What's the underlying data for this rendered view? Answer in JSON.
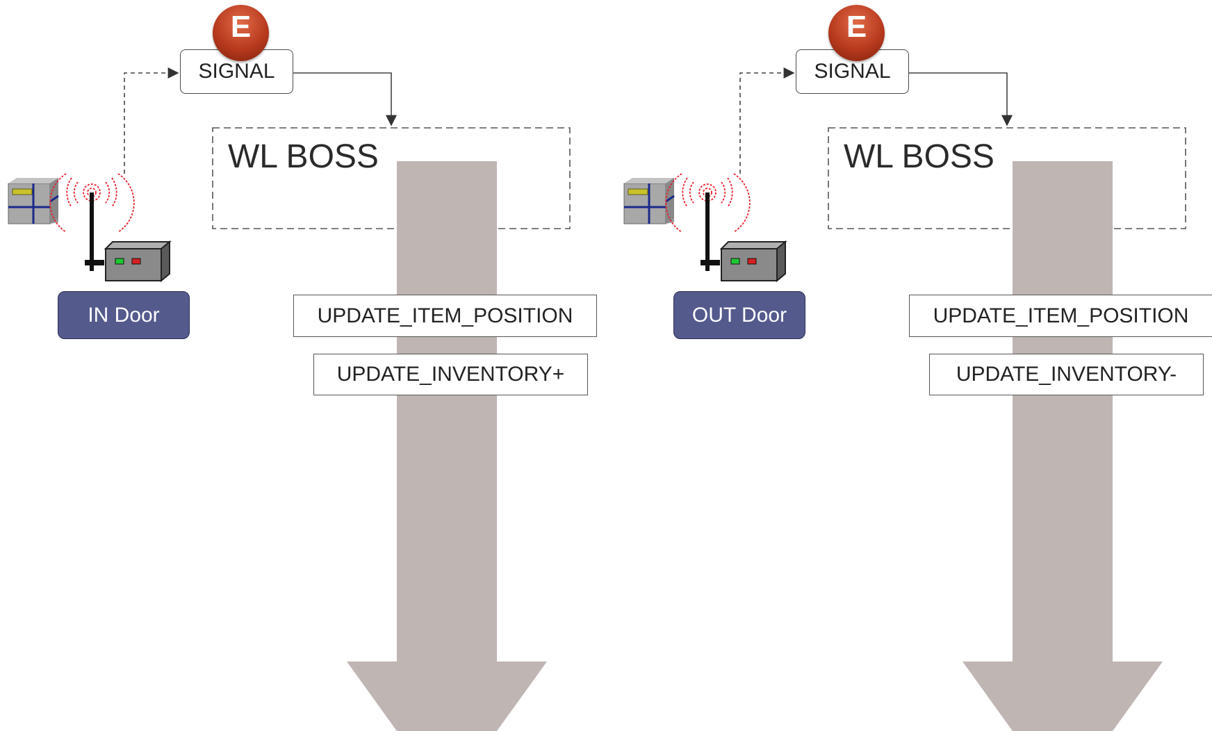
{
  "panels": [
    {
      "event_badge": "E",
      "signal_label": "SIGNAL",
      "system_label": "WL BOSS",
      "door_label": "IN Door",
      "messages": [
        "UPDATE_ITEM_POSITION",
        "UPDATE_INVENTORY+"
      ]
    },
    {
      "event_badge": "E",
      "signal_label": "SIGNAL",
      "system_label": "WL BOSS",
      "door_label": "OUT Door",
      "messages": [
        "UPDATE_ITEM_POSITION",
        "UPDATE_INVENTORY-"
      ]
    }
  ],
  "colors": {
    "flow_arrow": "#bfb5b2",
    "door_button": "#545a8c",
    "event_badge": "#b83a1e",
    "rfid_waves": "#e8202a"
  }
}
